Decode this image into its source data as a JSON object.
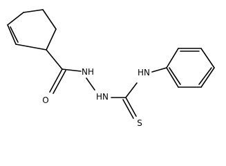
{
  "molecule": {
    "atoms": {
      "carbonyl_oxygen": "O",
      "hydrazide_nh_1": "NH",
      "hydrazide_nh_2": "HN",
      "anilide_nh": "HN",
      "thione_sulfur": "S"
    },
    "rings": [
      "cyclohexene",
      "benzene"
    ]
  },
  "colors": {
    "bond": "#000000",
    "background": "#ffffff",
    "text": "#000000"
  }
}
